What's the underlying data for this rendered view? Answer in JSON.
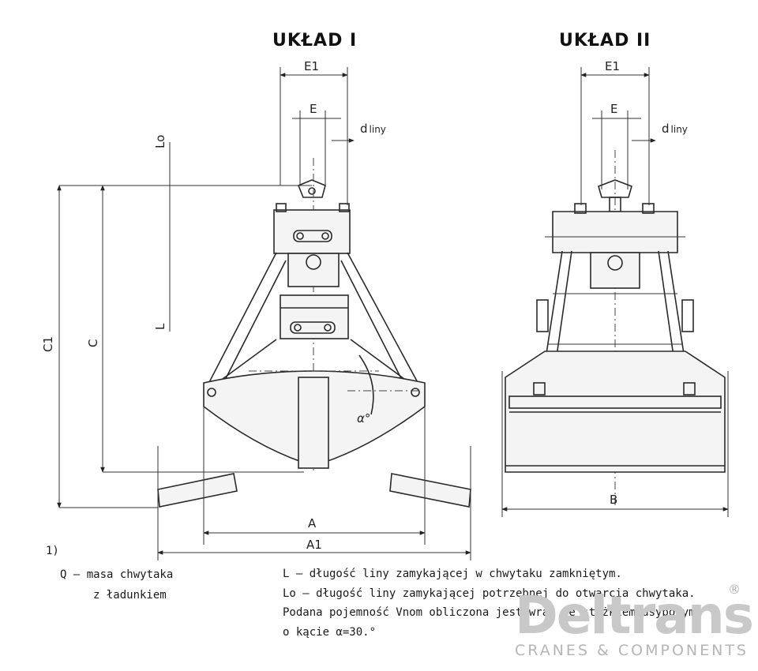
{
  "titles": {
    "left": "UKŁAD I",
    "right": "UKŁAD II"
  },
  "dims": {
    "e1": "E1",
    "e": "E",
    "d_main": "d",
    "d_sub": "liny",
    "lo": "Lo",
    "l": "L",
    "c": "C",
    "c1": "C1",
    "a": "A",
    "a1": "A1",
    "b": "B",
    "alpha": "α°"
  },
  "footnote": {
    "marker": "1)",
    "q_line1": "Q – masa chwytaka",
    "q_line2": "z ładunkiem"
  },
  "notes": {
    "line1": "L – długość liny zamykającej w chwytaku zamkniętym.",
    "line2": "Lo – długość liny zamykającej potrzebnej do otwarcia chwytaka.",
    "line3": "Podana pojemność Vnom obliczona jest wraz ze stożkiem usypowym",
    "line4": "o kącie  α=30.°"
  },
  "brand": {
    "name": "Deltrans",
    "reg": "®",
    "tagline": "CRANES & COMPONENTS"
  }
}
